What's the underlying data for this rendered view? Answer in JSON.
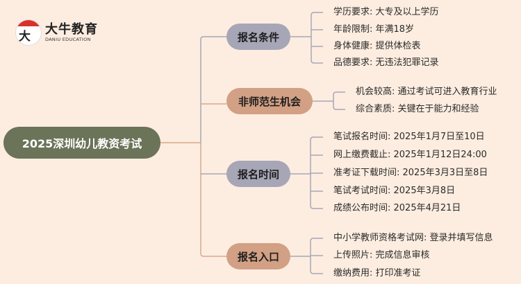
{
  "logo": {
    "name_cn": "大牛教育",
    "name_en": "DANIU EDUCATION",
    "mark": "大牛"
  },
  "root": "2025深圳幼儿教资考试",
  "branches": [
    {
      "label": "报名条件",
      "color": "#a7a6b7",
      "items": [
        "学历要求: 大专及以上学历",
        "年龄限制: 年满18岁",
        "身体健康: 提供体检表",
        "品德要求: 无违法犯罪记录"
      ]
    },
    {
      "label": "非师范生机会",
      "color": "#d2a084",
      "items": [
        "机会较高: 通过考试可进入教育行业",
        "综合素质: 关键在于能力和经验"
      ]
    },
    {
      "label": "报名时间",
      "color": "#a7a6b7",
      "items": [
        "笔试报名时间: 2025年1月7日至10日",
        "网上缴费截止: 2025年1月12日24:00",
        "准考证下载时间: 2025年3月3日至8日",
        "笔试考试时间: 2025年3月8日",
        "成绩公布时间: 2025年4月21日"
      ]
    },
    {
      "label": "报名入口",
      "color": "#d2a084",
      "items": [
        "中小学教师资格考试网: 登录并填写信息",
        "上传照片: 完成信息审核",
        "缴纳费用: 打印准考证"
      ]
    }
  ]
}
